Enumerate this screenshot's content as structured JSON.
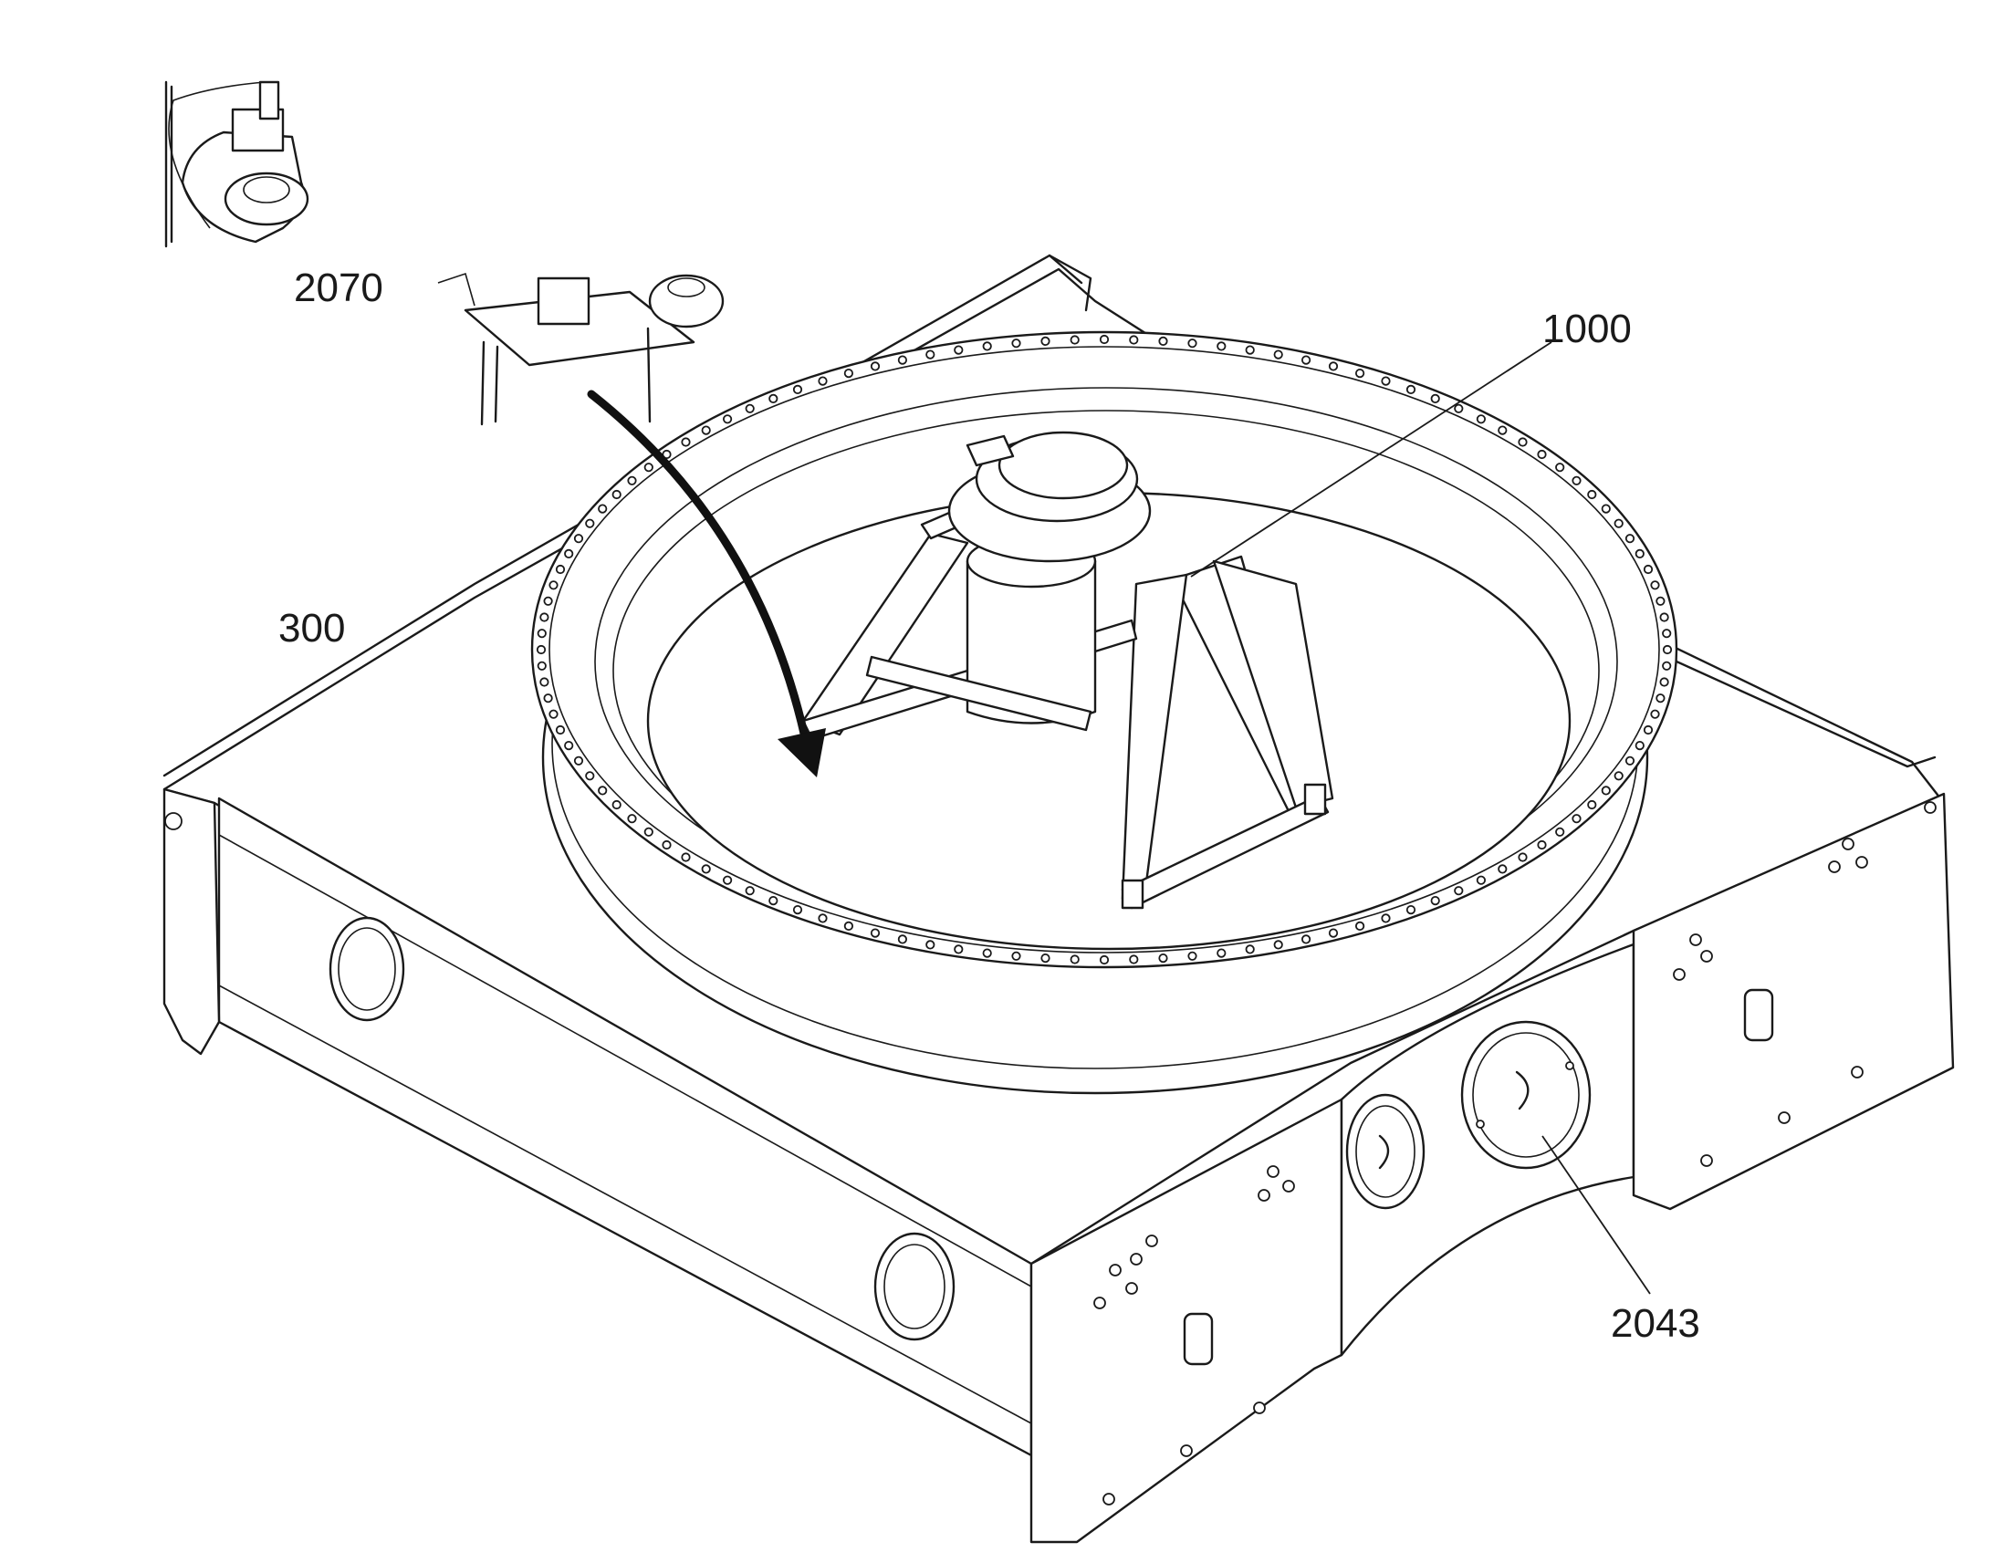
{
  "figure": {
    "labels": {
      "detail_module": "2070",
      "main_frame": "300",
      "central_assembly": "1000",
      "access_cover": "2043"
    }
  }
}
